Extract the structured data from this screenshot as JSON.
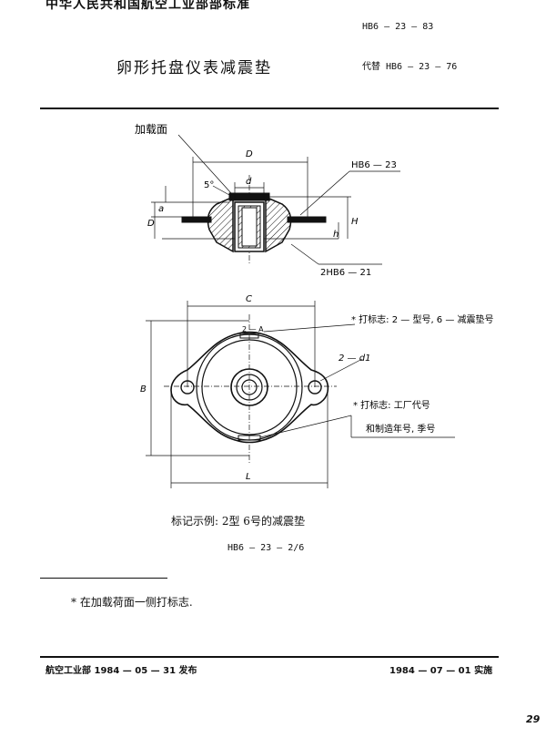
{
  "header": {
    "org_standard": "中华人民共和国航空工业部部标准",
    "standard_number": "HB6 — 23 — 83",
    "title": "卵形托盘仪表减震垫",
    "replaces": "代替 HB6 — 23 — 76"
  },
  "drawing": {
    "section_labels": {
      "load_face": "加载面",
      "dim_D": "D",
      "dim_d": "d",
      "dim_chamfer": "5°",
      "dim_D1": "D",
      "dim_a": "a",
      "dim_h": "h",
      "dim_H": "H",
      "part_ref_1": "HB6 — 23",
      "part_ref_2": "2HB6 — 21"
    },
    "plan_labels": {
      "dim_C": "C",
      "dim_B": "B",
      "dim_L": "L",
      "dim_2A": "2 — A",
      "dim_2d1": "2 — d1",
      "mark_note_1": "* 打标志: 2 — 型号, 6 — 减震垫号",
      "mark_note_2": "* 打标志: 工厂代号",
      "mark_note_3": "和制造年号, 季号"
    }
  },
  "caption": "标记示例:   2型 6号的减震垫",
  "example": "HB6 — 23 — 2/6",
  "footnote": "* 在加载荷面一侧打标志.",
  "footer": {
    "issuer": "航空工业部 1984 — 05 — 31 发布",
    "implementation": "1984 — 07 — 01 实施"
  },
  "page_number": "29"
}
